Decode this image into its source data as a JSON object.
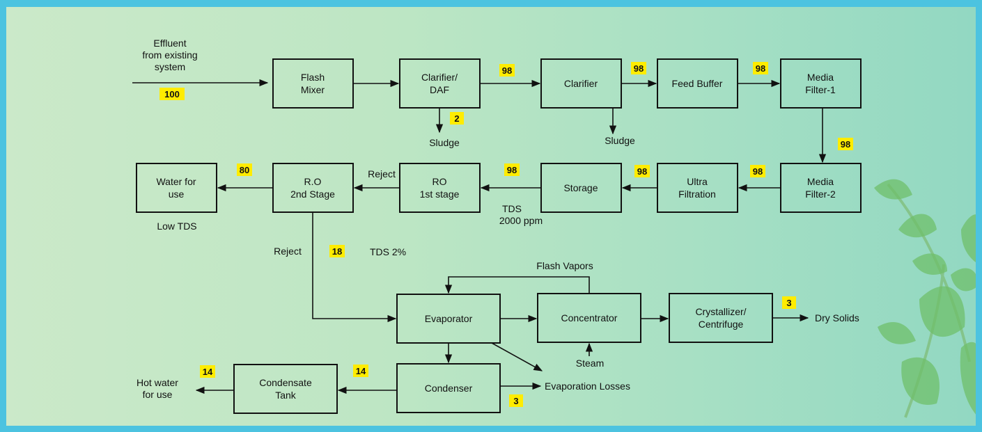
{
  "boxes": {
    "flash_mixer": [
      "Flash",
      "Mixer"
    ],
    "clarifier_daf": [
      "Clarifier/",
      "DAF"
    ],
    "clarifier": [
      "Clarifier"
    ],
    "feed_buffer": [
      "Feed Buffer"
    ],
    "media_filter_1": [
      "Media",
      "Filter-1"
    ],
    "media_filter_2": [
      "Media",
      "Filter-2"
    ],
    "ultra_filtration": [
      "Ultra",
      "Filtration"
    ],
    "storage": [
      "Storage"
    ],
    "ro_1st_stage": [
      "RO",
      "1st stage"
    ],
    "ro_2nd_stage": [
      "R.O",
      "2nd Stage"
    ],
    "water_for_use": [
      "Water for",
      "use"
    ],
    "evaporator": [
      "Evaporator"
    ],
    "concentrator": [
      "Concentrator"
    ],
    "crystallizer": [
      "Crystallizer/",
      "Centrifuge"
    ],
    "condenser": [
      "Condenser"
    ],
    "condensate_tank": [
      "Condensate",
      "Tank"
    ]
  },
  "labels": {
    "effluent": [
      "Effluent",
      "from existing",
      "system"
    ],
    "sludge_1": "Sludge",
    "sludge_2": "Sludge",
    "reject_1": "Reject",
    "reject_2": "Reject",
    "tds_storage": [
      "TDS",
      "2000 ppm"
    ],
    "low_tds": "Low TDS",
    "tds_percent": "TDS 2%",
    "flash_vapors": "Flash Vapors",
    "steam": "Steam",
    "dry_solids": "Dry Solids",
    "evaporation_losses": "Evaporation Losses",
    "hot_water": [
      "Hot water",
      "for use"
    ]
  },
  "flows": {
    "effluent_in": "100",
    "clarifier_daf_out": "98",
    "daf_sludge": "2",
    "clarifier_out": "98",
    "feed_buffer_out": "98",
    "media_filter_1_out": "98",
    "media_filter_2_out": "98",
    "ultra_filtration_out": "98",
    "storage_out": "98",
    "ro_permeate": "80",
    "ro_reject": "18",
    "dry_solids": "3",
    "evaporation_losses": "3",
    "condensate": "14",
    "hot_water": "14"
  },
  "colors": {
    "badge": "#ffec00",
    "frame": "#4cc3e0"
  }
}
